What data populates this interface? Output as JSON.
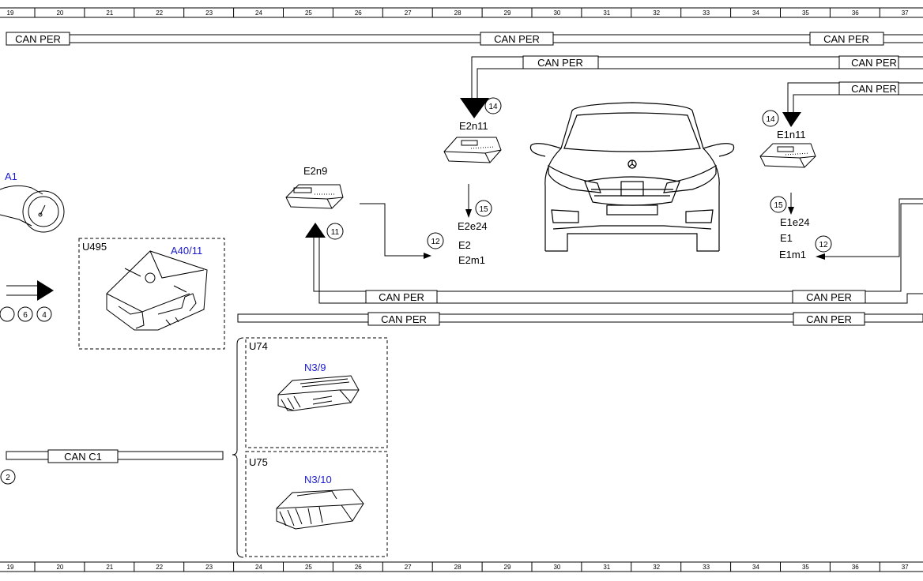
{
  "ruler": {
    "numbers": [
      "19",
      "20",
      "21",
      "22",
      "23",
      "24",
      "25",
      "26",
      "27",
      "28",
      "29",
      "30",
      "31",
      "32",
      "33",
      "34",
      "35",
      "36",
      "37"
    ]
  },
  "bus": {
    "can_per": "CAN PER",
    "can_c1": "CAN C1"
  },
  "components": {
    "a1": "A1",
    "u495": "U495",
    "a40_11": "A40/11",
    "e2n9": "E2n9",
    "e2n11": "E2n11",
    "e1n11": "E1n11",
    "e2e24": "E2e24",
    "e2": "E2",
    "e2m1": "E2m1",
    "e1e24": "E1e24",
    "e1": "E1",
    "e1m1": "E1m1",
    "u74": "U74",
    "n3_9": "N3/9",
    "u75": "U75",
    "n3_10": "N3/10"
  },
  "refs": {
    "r14": "14",
    "r15": "15",
    "r11": "11",
    "r12": "12",
    "r6": "6",
    "r4": "4",
    "r2": "2"
  },
  "colors": {
    "line": "#000000",
    "designation_blue": "#1a1ad0"
  }
}
